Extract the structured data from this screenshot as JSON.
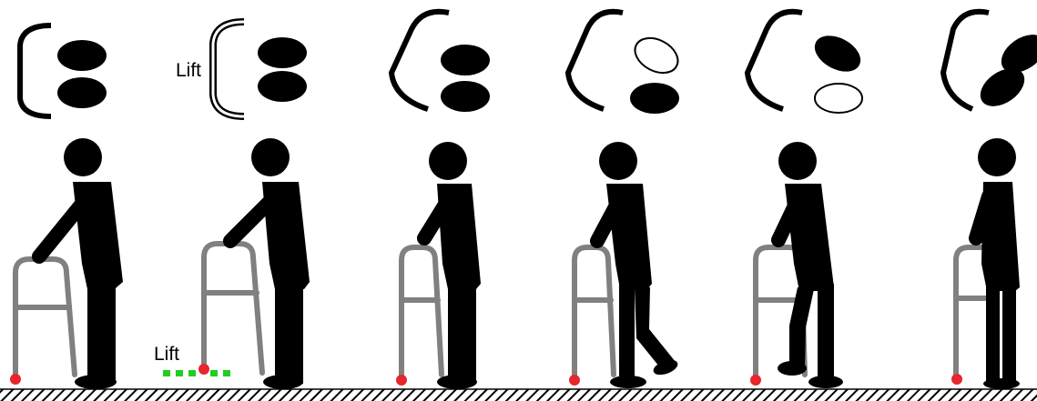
{
  "labels": {
    "walker_lift_top": "Lift",
    "walker_lift_floor": "Lift"
  },
  "colors": {
    "figure": "#000000",
    "walker_frame": "#808080",
    "walker_tip": "#e8262d",
    "lift_trace": "#22cc22",
    "ground_hatch": "#000000"
  },
  "icons": {
    "walker_symbol": "bracket",
    "foot_symbol": "ellipse",
    "lifted_walker_symbol": "double-bracket",
    "lifted_foot_symbol": "hollow-ellipse",
    "ground": "hatched-floor"
  },
  "steps": [
    {
      "walker": "on-ground",
      "left_foot": "planted",
      "right_foot": "planted"
    },
    {
      "walker": "lifted",
      "left_foot": "planted",
      "right_foot": "planted"
    },
    {
      "walker": "on-ground",
      "left_foot": "planted",
      "right_foot": "planted"
    },
    {
      "walker": "on-ground",
      "left_foot": "lifted",
      "right_foot": "planted"
    },
    {
      "walker": "on-ground",
      "left_foot": "planted",
      "right_foot": "lifted"
    },
    {
      "walker": "on-ground",
      "left_foot": "planted",
      "right_foot": "planted"
    }
  ]
}
